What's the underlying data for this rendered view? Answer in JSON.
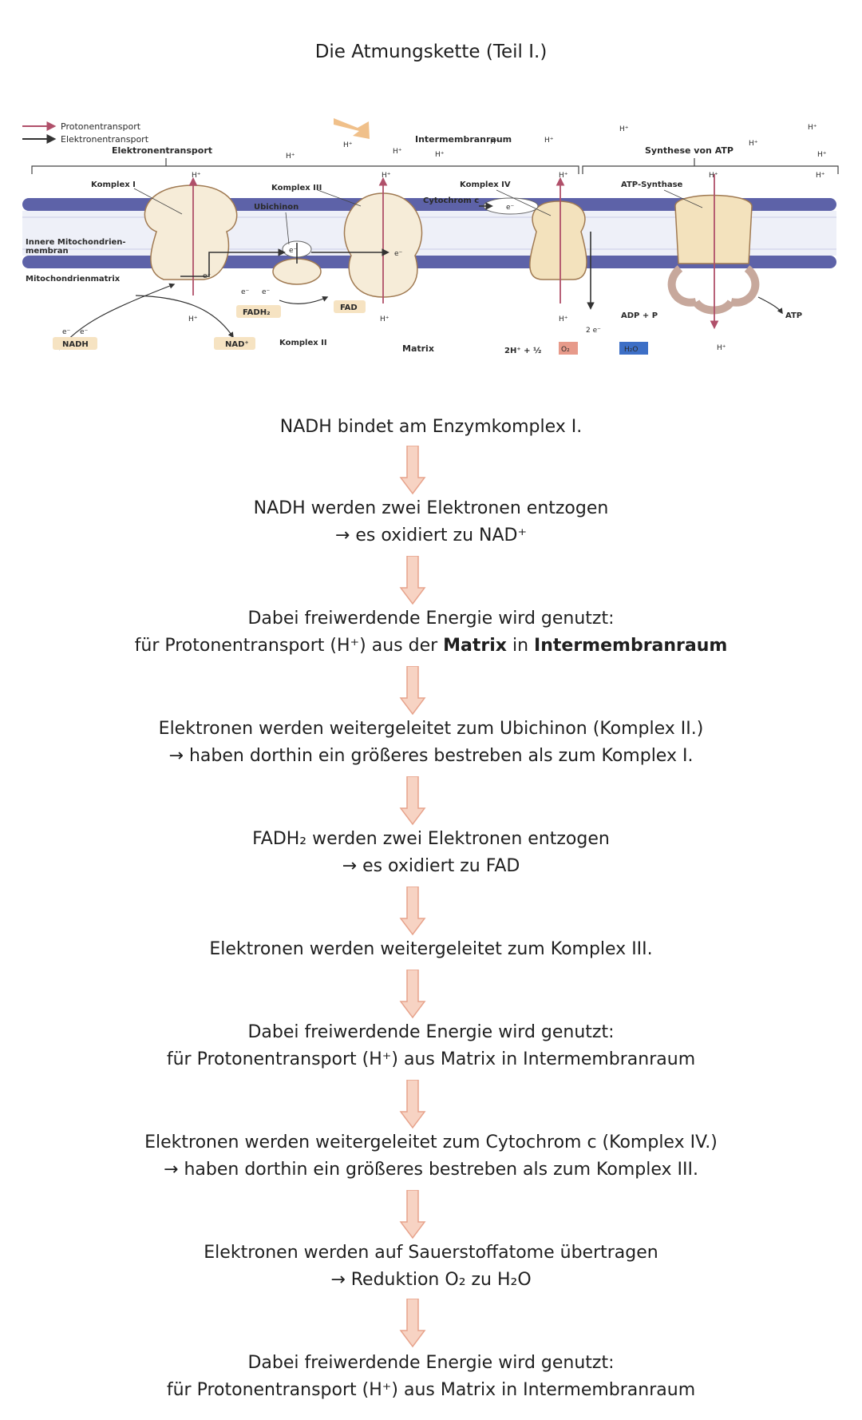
{
  "title": "Die Atmungskette (Teil I.)",
  "diagram": {
    "legend": {
      "proton": "Protonentransport",
      "electron": "Elektronentransport"
    },
    "header_electron_transport": "Elektronentransport",
    "header_intermembrane": "Intermembranraum",
    "header_atp_synthesis": "Synthese von ATP",
    "complex1": "Komplex I",
    "complex2": "Komplex II",
    "complex3": "Komplex III",
    "complex4": "Komplex IV",
    "ubiquinone": "Ubichinon",
    "cytochrome_c": "Cytochrom c",
    "atp_synthase": "ATP-Synthase",
    "inner_membrane_1": "Innere Mitochondrien-",
    "inner_membrane_2": "membran",
    "matrix_side": "Mitochondrienmatrix",
    "matrix": "Matrix",
    "nadh": "NADH",
    "nad_plus": "NAD⁺",
    "fadh2": "FADH₂",
    "fad": "FAD",
    "adp_p": "ADP  +  P",
    "atp": "ATP",
    "oxygen_eq": "2H⁺ + ½",
    "o2": "O₂",
    "h2o": "H₂O",
    "h_plus": "H⁺",
    "electron": "e⁻",
    "two_electrons": "2 e⁻"
  },
  "steps": [
    {
      "line1": "NADH bindet am Enzymkomplex I."
    },
    {
      "line1": "NADH werden zwei Elektronen entzogen",
      "line2": "→ es oxidiert zu NAD⁺"
    },
    {
      "line1": "Dabei freiwerdende Energie wird genutzt:",
      "line2_a": "für Protonentransport (H⁺) aus der ",
      "line2_b": "Matrix",
      "line2_c": " in ",
      "line2_d": "Intermembranraum"
    },
    {
      "line1": "Elektronen werden weitergeleitet zum Ubichinon (Komplex II.)",
      "line2": "→ haben dorthin ein größeres bestreben als zum Komplex I."
    },
    {
      "line1": "FADH₂ werden zwei Elektronen entzogen",
      "line2": "→ es oxidiert zu FAD"
    },
    {
      "line1": "Elektronen werden weitergeleitet zum Komplex III."
    },
    {
      "line1": "Dabei freiwerdende Energie wird genutzt:",
      "line2": "für Protonentransport (H⁺) aus Matrix in Intermembranraum"
    },
    {
      "line1": "Elektronen werden weitergeleitet zum Cytochrom c (Komplex IV.)",
      "line2": "→ haben dorthin ein größeres bestreben als zum Komplex III."
    },
    {
      "line1": "Elektronen werden auf Sauerstoffatome übertragen",
      "line2": "→ Reduktion O₂ zu H₂O"
    },
    {
      "line1": "Dabei freiwerdende Energie wird genutzt:",
      "line2": "für Protonentransport (H⁺) aus Matrix in Intermembranraum"
    }
  ],
  "colors": {
    "membrane": "#5d62a8",
    "complex_fill": "#f6ecd8",
    "complex_stroke": "#a07a52",
    "proton_arrow": "#b0506a",
    "flow_arrow_fill": "#f7d3c3",
    "flow_arrow_stroke": "#e7a38c",
    "o2_box": "#e79a8a",
    "h2o_box": "#3d6fc6"
  }
}
